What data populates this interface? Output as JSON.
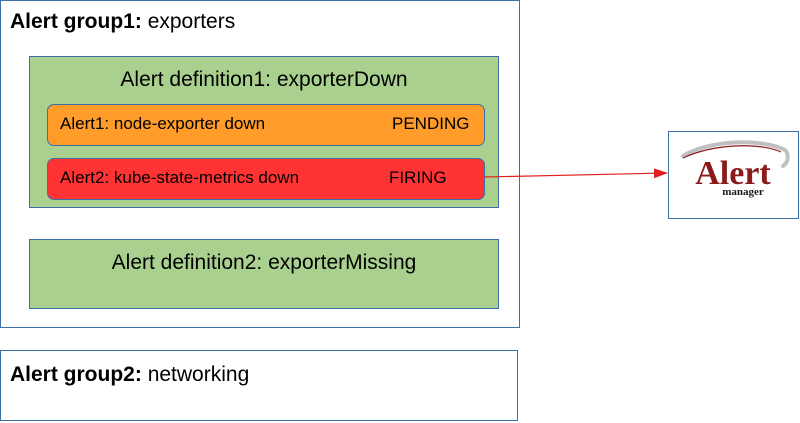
{
  "group1": {
    "label": "Alert group1:",
    "name": "exporters"
  },
  "group1_definitions": [
    {
      "label": "Alert definition1:",
      "name": "exporterDown"
    },
    {
      "label": "Alert definition2:",
      "name": "exporterMissing"
    }
  ],
  "alerts": [
    {
      "label": "Alert1:",
      "name": "node-exporter down",
      "state": "PENDING",
      "color": "#ff9c2a"
    },
    {
      "label": "Alert2:",
      "name": "kube-state-metrics down",
      "state": "FIRING",
      "color": "#ff3333"
    }
  ],
  "group2": {
    "label": "Alert group2:",
    "name": "networking"
  },
  "alertmanager_logo": {
    "text_main": "Alert",
    "text_sub": "manager",
    "main_color": "#8b1a1a",
    "sub_color": "#1a1a1a"
  },
  "colors": {
    "border": "#3d6fa6",
    "definition_fill": "#a9d08e",
    "arrow": "#e02020"
  }
}
